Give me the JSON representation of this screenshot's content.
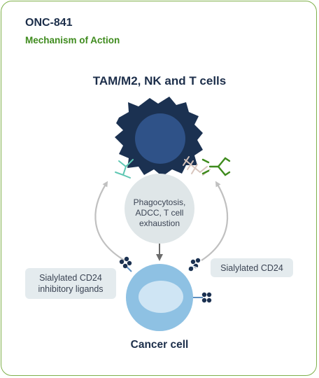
{
  "header": {
    "title": "ONC-841",
    "subtitle": "Mechanism of Action"
  },
  "diagram": {
    "top_label": "TAM/M2, NK and T cells",
    "center_label": [
      "Phagocytosis,",
      "ADCC, T cell",
      "exhaustion"
    ],
    "left_box": [
      "Sialylated CD24",
      "inhibitory ligands"
    ],
    "right_box": "Sialylated CD24",
    "bottom_label": "Cancer cell"
  },
  "colors": {
    "immune_cell": "#1b3151",
    "immune_nucleus": "#2f5288",
    "cancer_cell": "#8ec1e3",
    "cancer_nucleus": "#cfe5f4",
    "process_circle": "#dfe6e8",
    "receptor_teal": "#5fc7b3",
    "receptor_beige": "#d8c5bd",
    "antibody_green": "#3e8b1d",
    "ligand_dots": "#1b3151",
    "arrow_gray": "#c0c0c0"
  }
}
